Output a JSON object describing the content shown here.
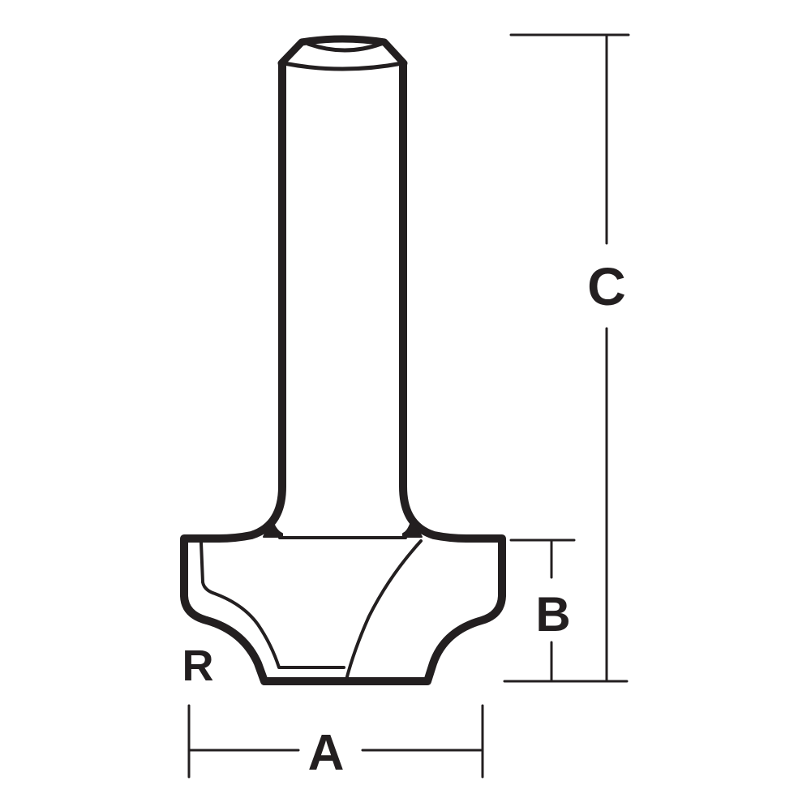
{
  "diagram": {
    "subject": "router bit (ovolo / round-over profile cutter with shank)",
    "colors": {
      "line": "#231f20",
      "background": "#ffffff"
    },
    "dimensions": {
      "A": {
        "label": "A",
        "meaning": "cutting diameter (horizontal width)"
      },
      "B": {
        "label": "B",
        "meaning": "cutting height"
      },
      "C": {
        "label": "C",
        "meaning": "overall length"
      },
      "R": {
        "label": "R",
        "meaning": "profile radius"
      }
    }
  }
}
